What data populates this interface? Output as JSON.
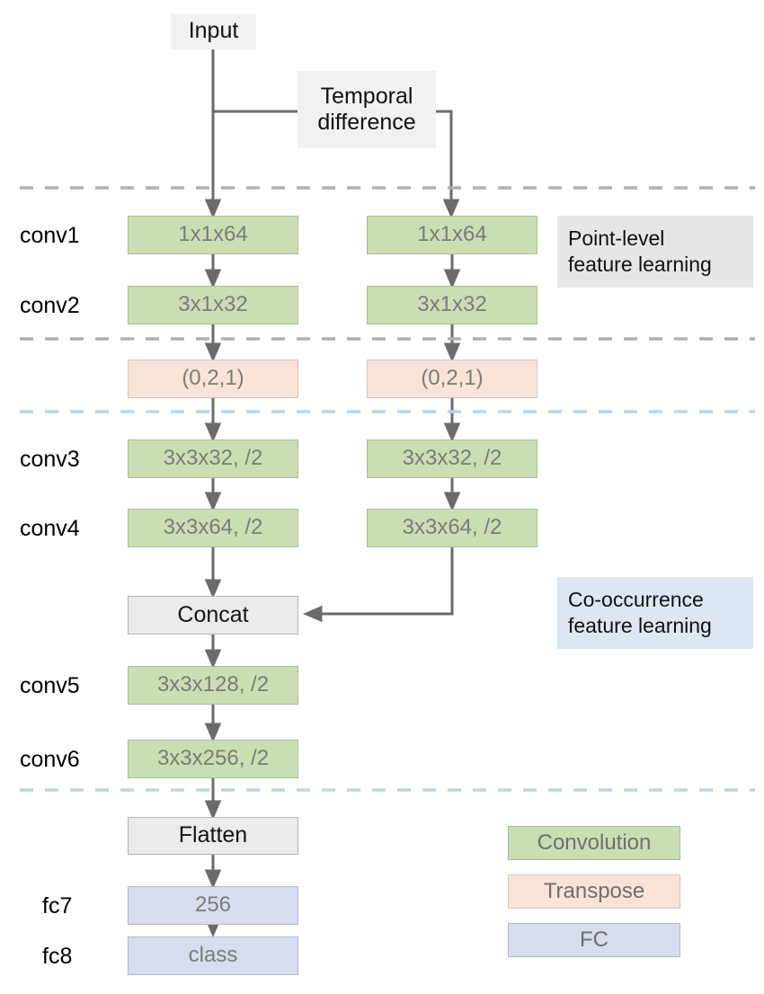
{
  "diagram": {
    "title": "Two-stream co-occurrence feature learning network",
    "colors": {
      "convolution": "#c9dfb2",
      "transpose": "#f8e3d6",
      "fc": "#d7ddee",
      "plain": "#f1f1f1",
      "gray_node": "#ebebeb",
      "arrow": "#6b6b6b",
      "divider_gray": "#b0b0b0",
      "divider_blue": "#bdd4ea",
      "anno_gray": "#e6e6e6",
      "anno_blue": "#dce7f3"
    }
  },
  "nodes": {
    "input": "Input",
    "temporal_difference": "Temporal\ndifference",
    "conv1_left": "1x1x64",
    "conv1_right": "1x1x64",
    "conv2_left": "3x1x32",
    "conv2_right": "3x1x32",
    "transpose_left": "(0,2,1)",
    "transpose_right": "(0,2,1)",
    "conv3_left": "3x3x32, /2",
    "conv3_right": "3x3x32, /2",
    "conv4_left": "3x3x64, /2",
    "conv4_right": "3x3x64, /2",
    "concat": "Concat",
    "conv5": "3x3x128, /2",
    "conv6": "3x3x256, /2",
    "flatten": "Flatten",
    "fc7_value": "256",
    "fc8_value": "class"
  },
  "stage_labels": {
    "conv1": "conv1",
    "conv2": "conv2",
    "conv3": "conv3",
    "conv4": "conv4",
    "conv5": "conv5",
    "conv6": "conv6",
    "fc7": "fc7",
    "fc8": "fc8"
  },
  "annotations": {
    "point_level": "Point-level\nfeature learning",
    "co_occurrence": "Co-occurrence\nfeature learning"
  },
  "legend": {
    "convolution": "Convolution",
    "transpose": "Transpose",
    "fc": "FC"
  }
}
